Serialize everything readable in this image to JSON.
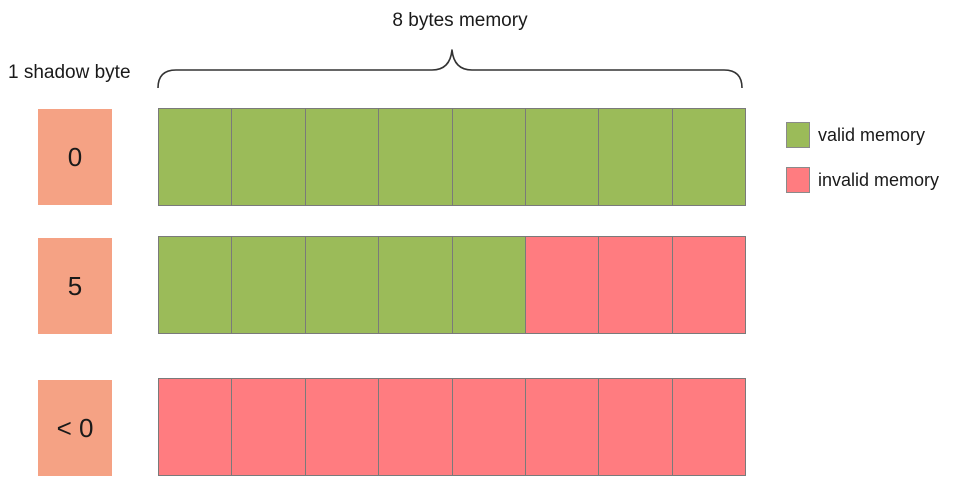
{
  "header": {
    "memory_label": "8 bytes memory",
    "shadow_label": "1 shadow byte"
  },
  "colors": {
    "valid": "#9bbb59",
    "invalid": "#ff7c80",
    "shadow": "#f5a284"
  },
  "rows": [
    {
      "shadow_value": "0",
      "valid_bytes": 8
    },
    {
      "shadow_value": "5",
      "valid_bytes": 5
    },
    {
      "shadow_value": "< 0",
      "valid_bytes": 0
    }
  ],
  "legend": [
    {
      "label": "valid memory",
      "kind": "valid"
    },
    {
      "label": "invalid memory",
      "kind": "invalid"
    }
  ]
}
